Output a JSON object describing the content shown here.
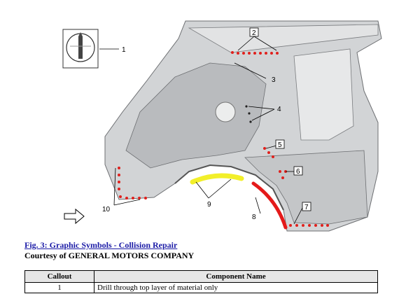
{
  "figure": {
    "callout_numbers": [
      "1",
      "2",
      "3",
      "4",
      "5",
      "6",
      "7",
      "8",
      "9",
      "10"
    ],
    "caption": "Fig. 3: Graphic Symbols - Collision Repair",
    "courtesy": "Courtesy of GENERAL MOTORS COMPANY"
  },
  "table": {
    "headers": [
      "Callout",
      "Component Name"
    ],
    "rows": [
      {
        "callout": "1",
        "name": "Drill through top layer of material only"
      }
    ]
  },
  "colors": {
    "weld_dot": "#e0201c",
    "sealer_band": "#f2ef2a",
    "adhesive_band": "#e41a1a",
    "panel_gray": "#c9cbcd",
    "caption_link": "#1a1aa6"
  }
}
